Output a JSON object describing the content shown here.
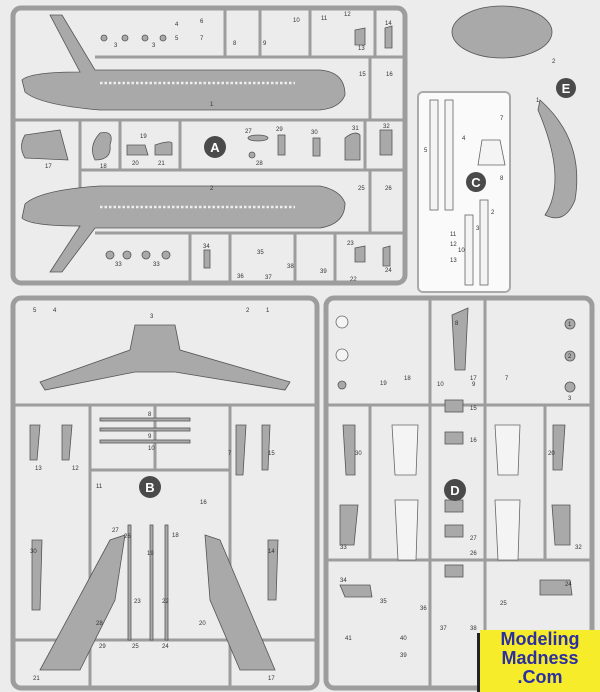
{
  "sprues": {
    "A": {
      "letter": "A",
      "labels": [
        "1",
        "2",
        "3",
        "3",
        "4",
        "5",
        "6",
        "7",
        "8",
        "9",
        "10",
        "11",
        "12",
        "13",
        "14",
        "15",
        "16",
        "17",
        "18",
        "19",
        "20",
        "21",
        "27",
        "28",
        "29",
        "30",
        "31",
        "32",
        "25",
        "26",
        "33",
        "33",
        "34",
        "35",
        "36",
        "37",
        "38",
        "39",
        "23",
        "22",
        "24"
      ]
    },
    "B": {
      "letter": "B",
      "labels": [
        "5",
        "4",
        "3",
        "2",
        "1",
        "8",
        "9",
        "10",
        "13",
        "12",
        "11",
        "7",
        "15",
        "16",
        "30",
        "27",
        "26",
        "18",
        "19",
        "23",
        "22",
        "28",
        "20",
        "29",
        "25",
        "24",
        "21",
        "17",
        "14"
      ]
    },
    "C": {
      "letter": "C",
      "labels": [
        "5",
        "4",
        "3",
        "2",
        "11",
        "12",
        "13",
        "10",
        "7",
        "8"
      ]
    },
    "D": {
      "letter": "D",
      "labels": [
        "8",
        "1",
        "2",
        "3",
        "19",
        "18",
        "10",
        "9",
        "7",
        "15",
        "16",
        "17",
        "30",
        "20",
        "33",
        "32",
        "27",
        "26",
        "34",
        "35",
        "36",
        "37",
        "38",
        "25",
        "24",
        "41",
        "40",
        "39"
      ]
    },
    "E": {
      "letter": "E",
      "labels": [
        "1",
        "2"
      ]
    }
  },
  "watermark": {
    "line1": "Modeling",
    "line2": "Madness",
    "line3": ".Com"
  },
  "colors": {
    "part": "#a9a9a9",
    "sprue": "#9d9d9d",
    "badge": "#4a4a4a",
    "logo_bg": "#f6ec2a",
    "logo_text": "#2b2fa0"
  }
}
